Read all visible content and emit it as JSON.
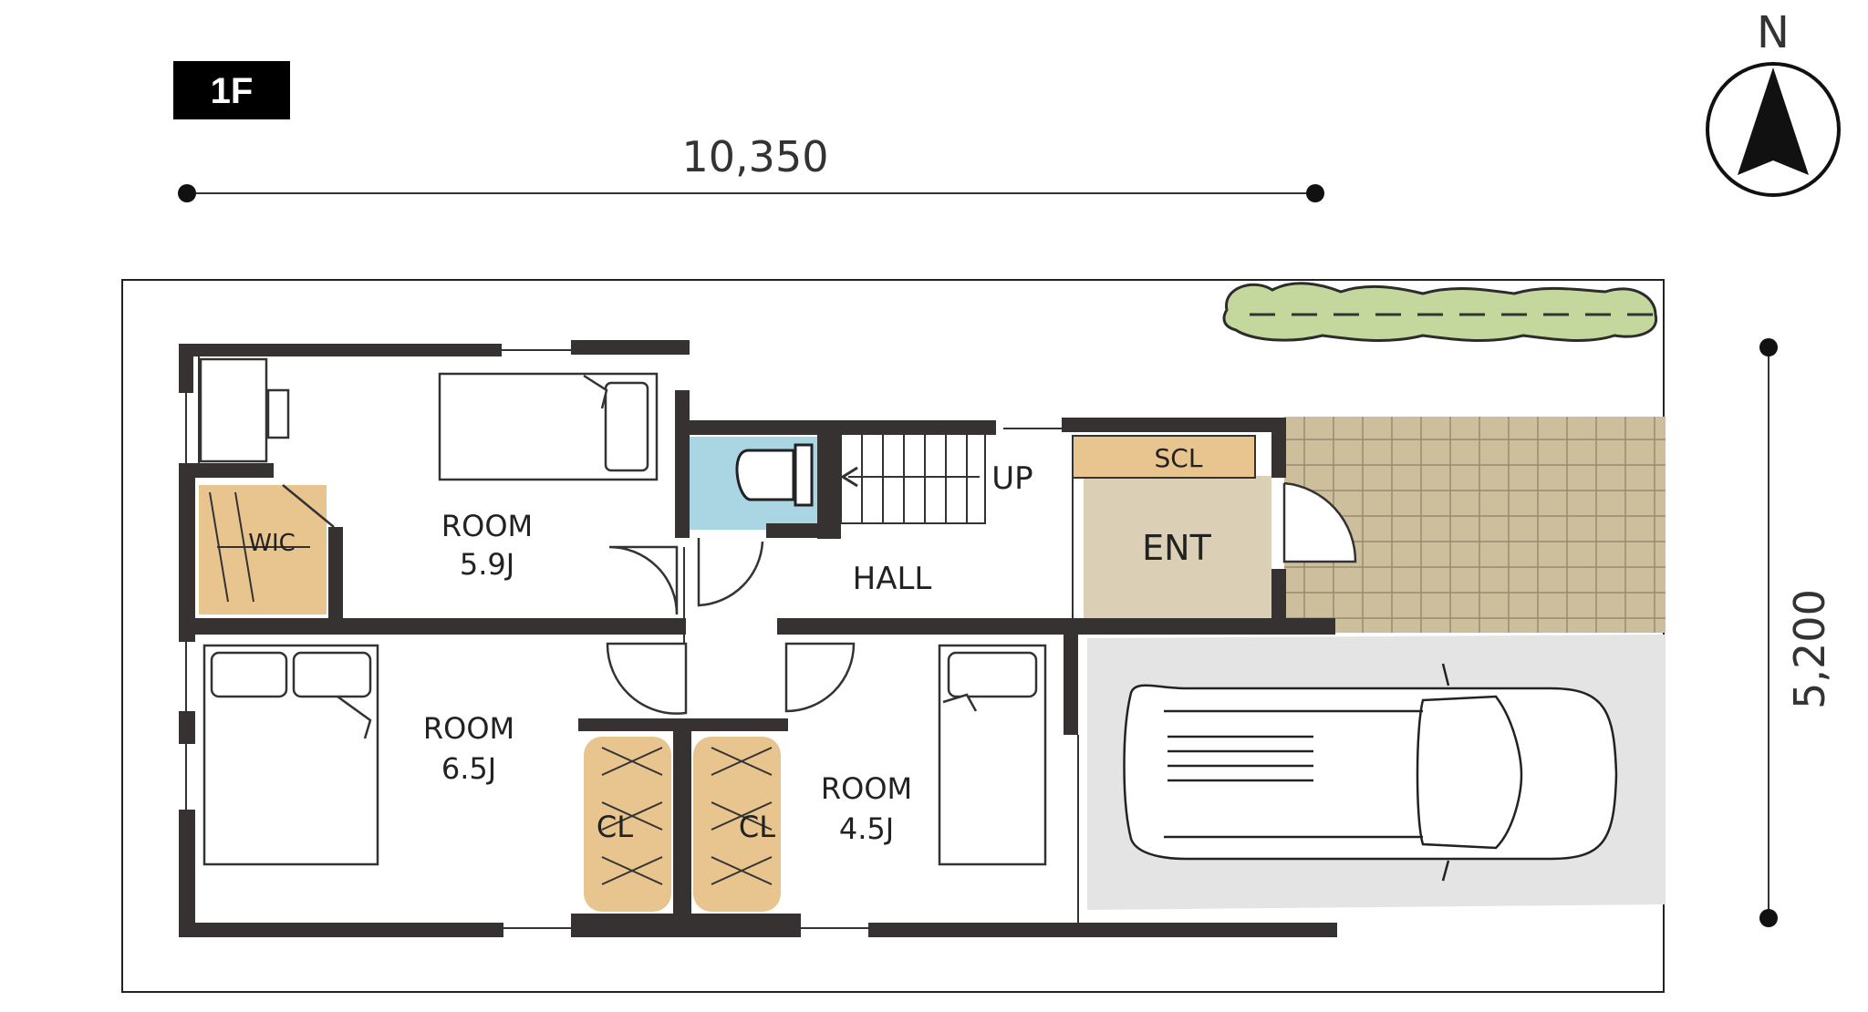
{
  "floor_badge": "1F",
  "dimensions": {
    "width": "10,350",
    "depth": "5,200"
  },
  "compass": {
    "label": "N"
  },
  "rooms": {
    "room_nw": {
      "name": "ROOM",
      "size": "5.9J"
    },
    "room_sw": {
      "name": "ROOM",
      "size": "6.5J"
    },
    "room_s": {
      "name": "ROOM",
      "size": "4.5J"
    },
    "wic": "WIC",
    "hall": "HALL",
    "up": "UP",
    "entrance": "ENT",
    "shoe_closet": "SCL",
    "closet_left": "CL",
    "closet_right": "CL"
  },
  "colors": {
    "wall": "#363232",
    "closet_fill": "#e8c48e",
    "toilet_fill": "#a9d6e2",
    "entrance_fill": "#dbcfb6",
    "porch_fill": "#cdbf9c",
    "parking_fill": "#e4e4e4",
    "hedge_fill": "#c4d89e",
    "badge_bg": "#000000"
  }
}
